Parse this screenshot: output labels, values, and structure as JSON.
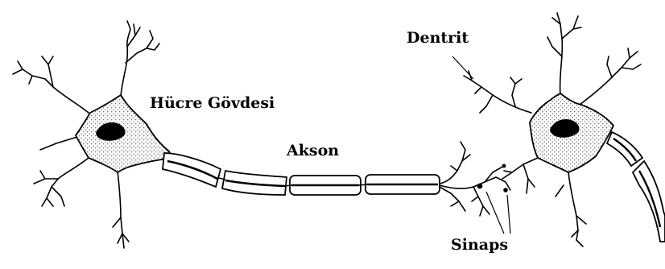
{
  "labels": {
    "dendrite": "Dentrit",
    "cell_body": "Hücre Gövdesi",
    "axon": "Akson",
    "synapse": "Sinaps"
  },
  "colors": {
    "stroke": "#000000",
    "stipple": "#5a5a5a",
    "background": "#ffffff"
  }
}
